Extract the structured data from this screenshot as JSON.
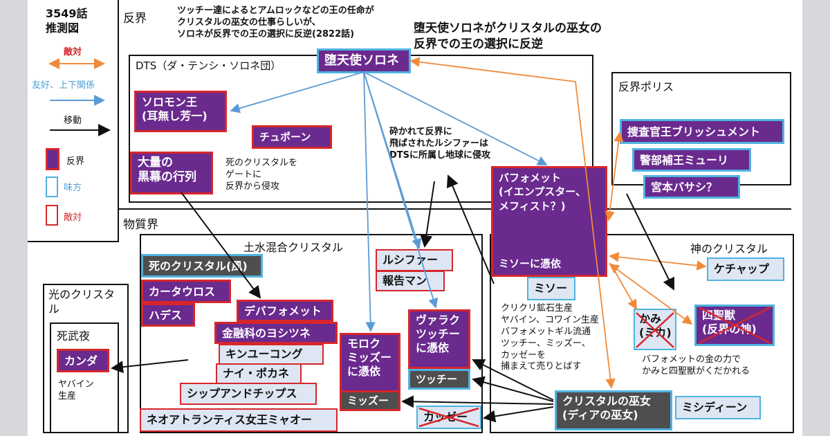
{
  "legend": {
    "title": "3549話\n推測図",
    "enemy": "敵対",
    "friend": "友好、上下関係",
    "move": "移動",
    "hankai": "反界",
    "ally": "味方",
    "enemy2": "敵対"
  },
  "regions": {
    "hankai": "反界",
    "busshitsu": "物質界",
    "dts": "DTS（ダ・テンシ・ソロネ団）",
    "police": "反界ポリス",
    "earth": "土水混合クリスタル",
    "god": "神のクリスタル",
    "light": "光のクリスタル"
  },
  "notes": {
    "top": "ツッチー達によるとアムロックなどの王の任命が\nクリスタルの巫女の仕事らしいが、\nソロネが反界での王の選択に反逆(2822話)",
    "headline": "堕天使ソロネがクリスタルの巫女の\n反界での王の選択に反逆",
    "death": "死のクリスタルを\nゲートに\n反界から侵攻",
    "lucifer": "砕かれて反界に\n飛ばされたルシファーは\nDTSに所属し地球に侵攻",
    "kurikuri": "クリクリ鉱石生産\nヤバイン、コワイン生産\nバフォメットギル流通\nツッチー、ミッズー、\nカッゼーを\n捕まえて売りとばす",
    "gold": "バフォメットの金の力で\nかみと四聖獣がくだかれる",
    "yabain": "ヤバイン\n生産",
    "shibuya": "死武夜"
  },
  "nodes": {
    "sorone": "堕天使ソロネ",
    "solomon": "ソロモン王\n(耳無し芳一)",
    "chupon": "チュポーン",
    "kuromaku": "大量の\n黒幕の行列",
    "bapho": "バフォメット\n(イエンプスター、\nメフィスト？)",
    "bapho2": "ミソーに憑依",
    "sousa": "捜査官王ブリッシュメント",
    "keibu": "警部補王ミューリ",
    "miyamoto": "宮本バサシ？",
    "deathcrystal": "死のクリスタル(風)",
    "kataurosu": "カータウロス",
    "hades": "ハデス",
    "debafo": "デバフォメット",
    "yoshitsune": "金融科のヨシツネ",
    "kinyu": "キンユーコング",
    "naipokane": "ナイ・ポカネ",
    "ship": "シップアンドチップス",
    "neo": "ネオアトランティス女王ミャオー",
    "lucifer": "ルシファー",
    "houkoku": "報告マン",
    "morok": "モロク\nミッズー\nに憑依",
    "varak": "ヴァラク\nツッチー\nに憑依",
    "tsucchi": "ツッチー",
    "mizzu": "ミッズー",
    "kazze": "カッゼー",
    "miso": "ミソー",
    "ketchup": "ケチャップ",
    "kami": "かみ\n(ミカ)",
    "shiseijuu": "四聖獣\n(反界の神)",
    "miko": "クリスタルの巫女\n(ディアの巫女)",
    "mishidin": "ミシディーン",
    "kanda": "カンダ"
  },
  "colors": {
    "purple": "#6a2a8e",
    "red": "#d7262b",
    "blue": "#4fb3e0",
    "orange": "#f08a3a",
    "grey": "#4e4e4e",
    "pale": "#dde6f2"
  }
}
